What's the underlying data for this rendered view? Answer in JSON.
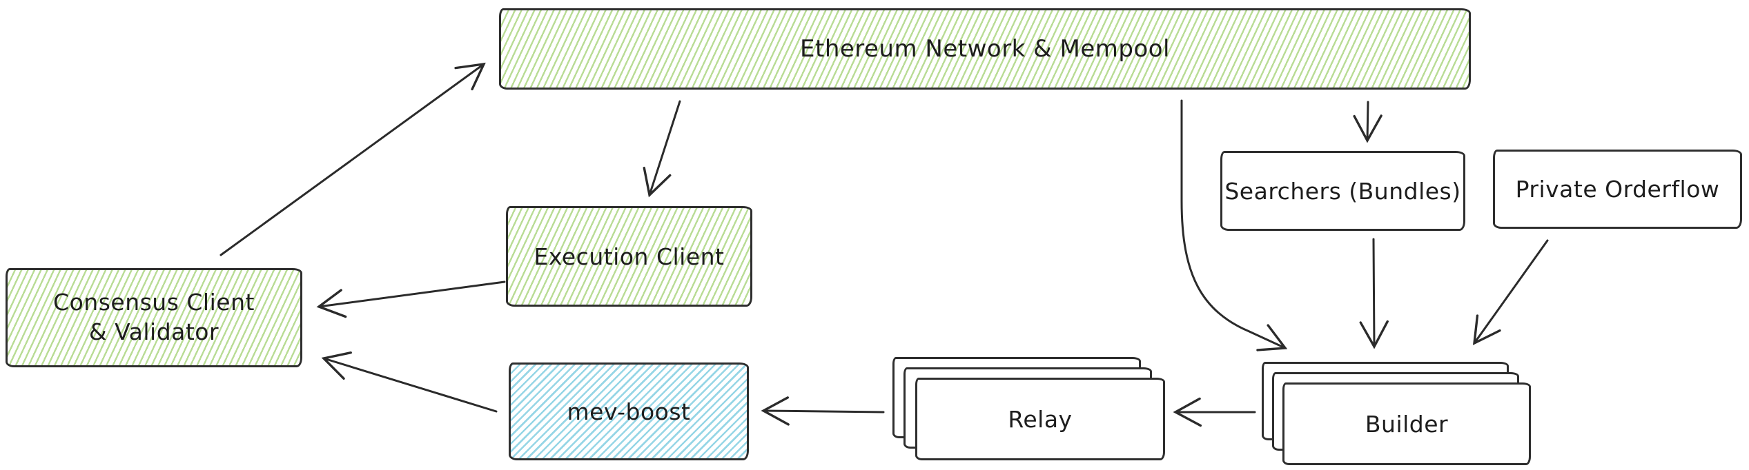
{
  "diagram": {
    "type": "flow-diagram",
    "style": "hand-drawn-sketch",
    "nodes": {
      "ethereum_network": {
        "label": "Ethereum Network & Mempool",
        "fill": "green-hatched"
      },
      "execution_client": {
        "label": "Execution Client",
        "fill": "green-hatched"
      },
      "consensus_client": {
        "lines": [
          "Consensus Client",
          "& Validator"
        ],
        "fill": "green-hatched"
      },
      "mev_boost": {
        "label": "mev-boost",
        "fill": "blue-hatched"
      },
      "relay": {
        "label": "Relay",
        "fill": "white",
        "stacked": true
      },
      "builder": {
        "label": "Builder",
        "fill": "white",
        "stacked": true
      },
      "searchers": {
        "label": "Searchers (Bundles)",
        "fill": "white"
      },
      "private_orderflow": {
        "label": "Private Orderflow",
        "fill": "white"
      }
    },
    "edges": [
      {
        "from": "consensus_client",
        "to": "ethereum_network"
      },
      {
        "from": "ethereum_network",
        "to": "execution_client"
      },
      {
        "from": "execution_client",
        "to": "consensus_client"
      },
      {
        "from": "mev_boost",
        "to": "consensus_client"
      },
      {
        "from": "relay",
        "to": "mev_boost"
      },
      {
        "from": "builder",
        "to": "relay"
      },
      {
        "from": "ethereum_network",
        "to": "builder",
        "shape": "curved"
      },
      {
        "from": "ethereum_network",
        "to": "searchers"
      },
      {
        "from": "searchers",
        "to": "builder"
      },
      {
        "from": "private_orderflow",
        "to": "builder"
      }
    ],
    "colors": {
      "green_hatch": "#b9dc95",
      "blue_hatch": "#96d6e6",
      "stroke": "#2b2b2b",
      "background": "#ffffff"
    }
  }
}
